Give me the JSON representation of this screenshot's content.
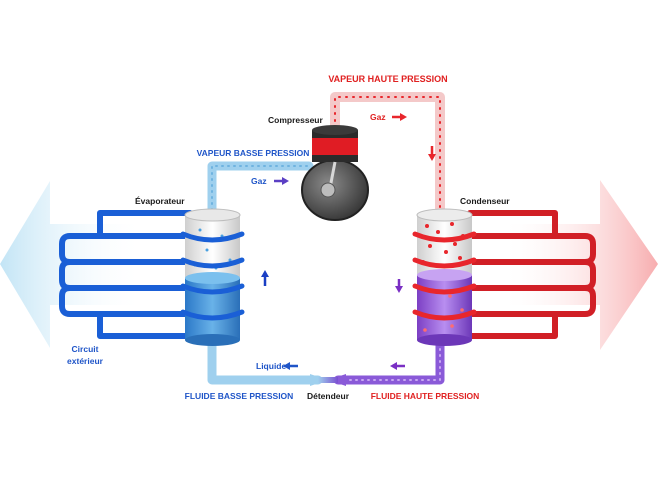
{
  "labels": {
    "vapeur_haute_pression": "VAPEUR HAUTE PRESSION",
    "vapeur_basse_pression": "VAPEUR BASSE PRESSION",
    "compresseur": "Compresseur",
    "evaporateur": "Évaporateur",
    "condenseur": "Condenseur",
    "gaz_top": "Gaz",
    "gaz_left": "Gaz",
    "liquide": "Liquide",
    "fluide_basse_pression": "FLUIDE BASSE PRESSION",
    "detendeur": "Détendeur",
    "fluide_haute_pression": "FLUIDE HAUTE PRESSION",
    "circuit_line1": "Circuit",
    "circuit_line2": "extérieur"
  },
  "colors": {
    "cold_blue": "#1a5fd6",
    "light_blue": "#9fd0ee",
    "hot_red": "#e8262c",
    "pink": "#f4c9c9",
    "purple": "#7a4fd0",
    "label_red": "#e02020",
    "label_blue": "#1f55c8",
    "label_dark": "#1a1a1a"
  }
}
